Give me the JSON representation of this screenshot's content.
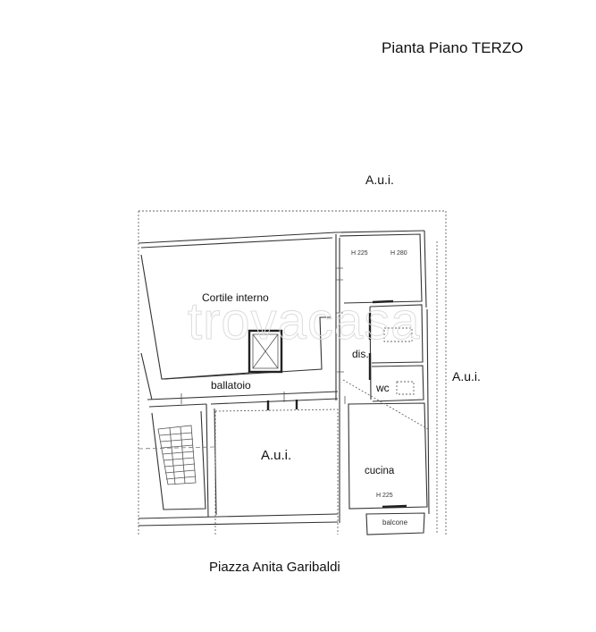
{
  "drawing": {
    "title": "Pianta Piano TERZO",
    "watermark": "trovacasa",
    "street": "Piazza Anita Garibaldi",
    "neighbors": {
      "top": "A.u.i.",
      "right": "A.u.i.",
      "center": "A.u.i."
    },
    "rooms": {
      "courtyard": "Cortile interno",
      "gallery": "ballatoio",
      "hallway": "dis.",
      "bathroom": "wc",
      "kitchen": "cucina",
      "balcony": "balcone"
    },
    "heights": {
      "room_left": "H 225",
      "room_right": "H 280",
      "kitchen": "H 225"
    }
  }
}
